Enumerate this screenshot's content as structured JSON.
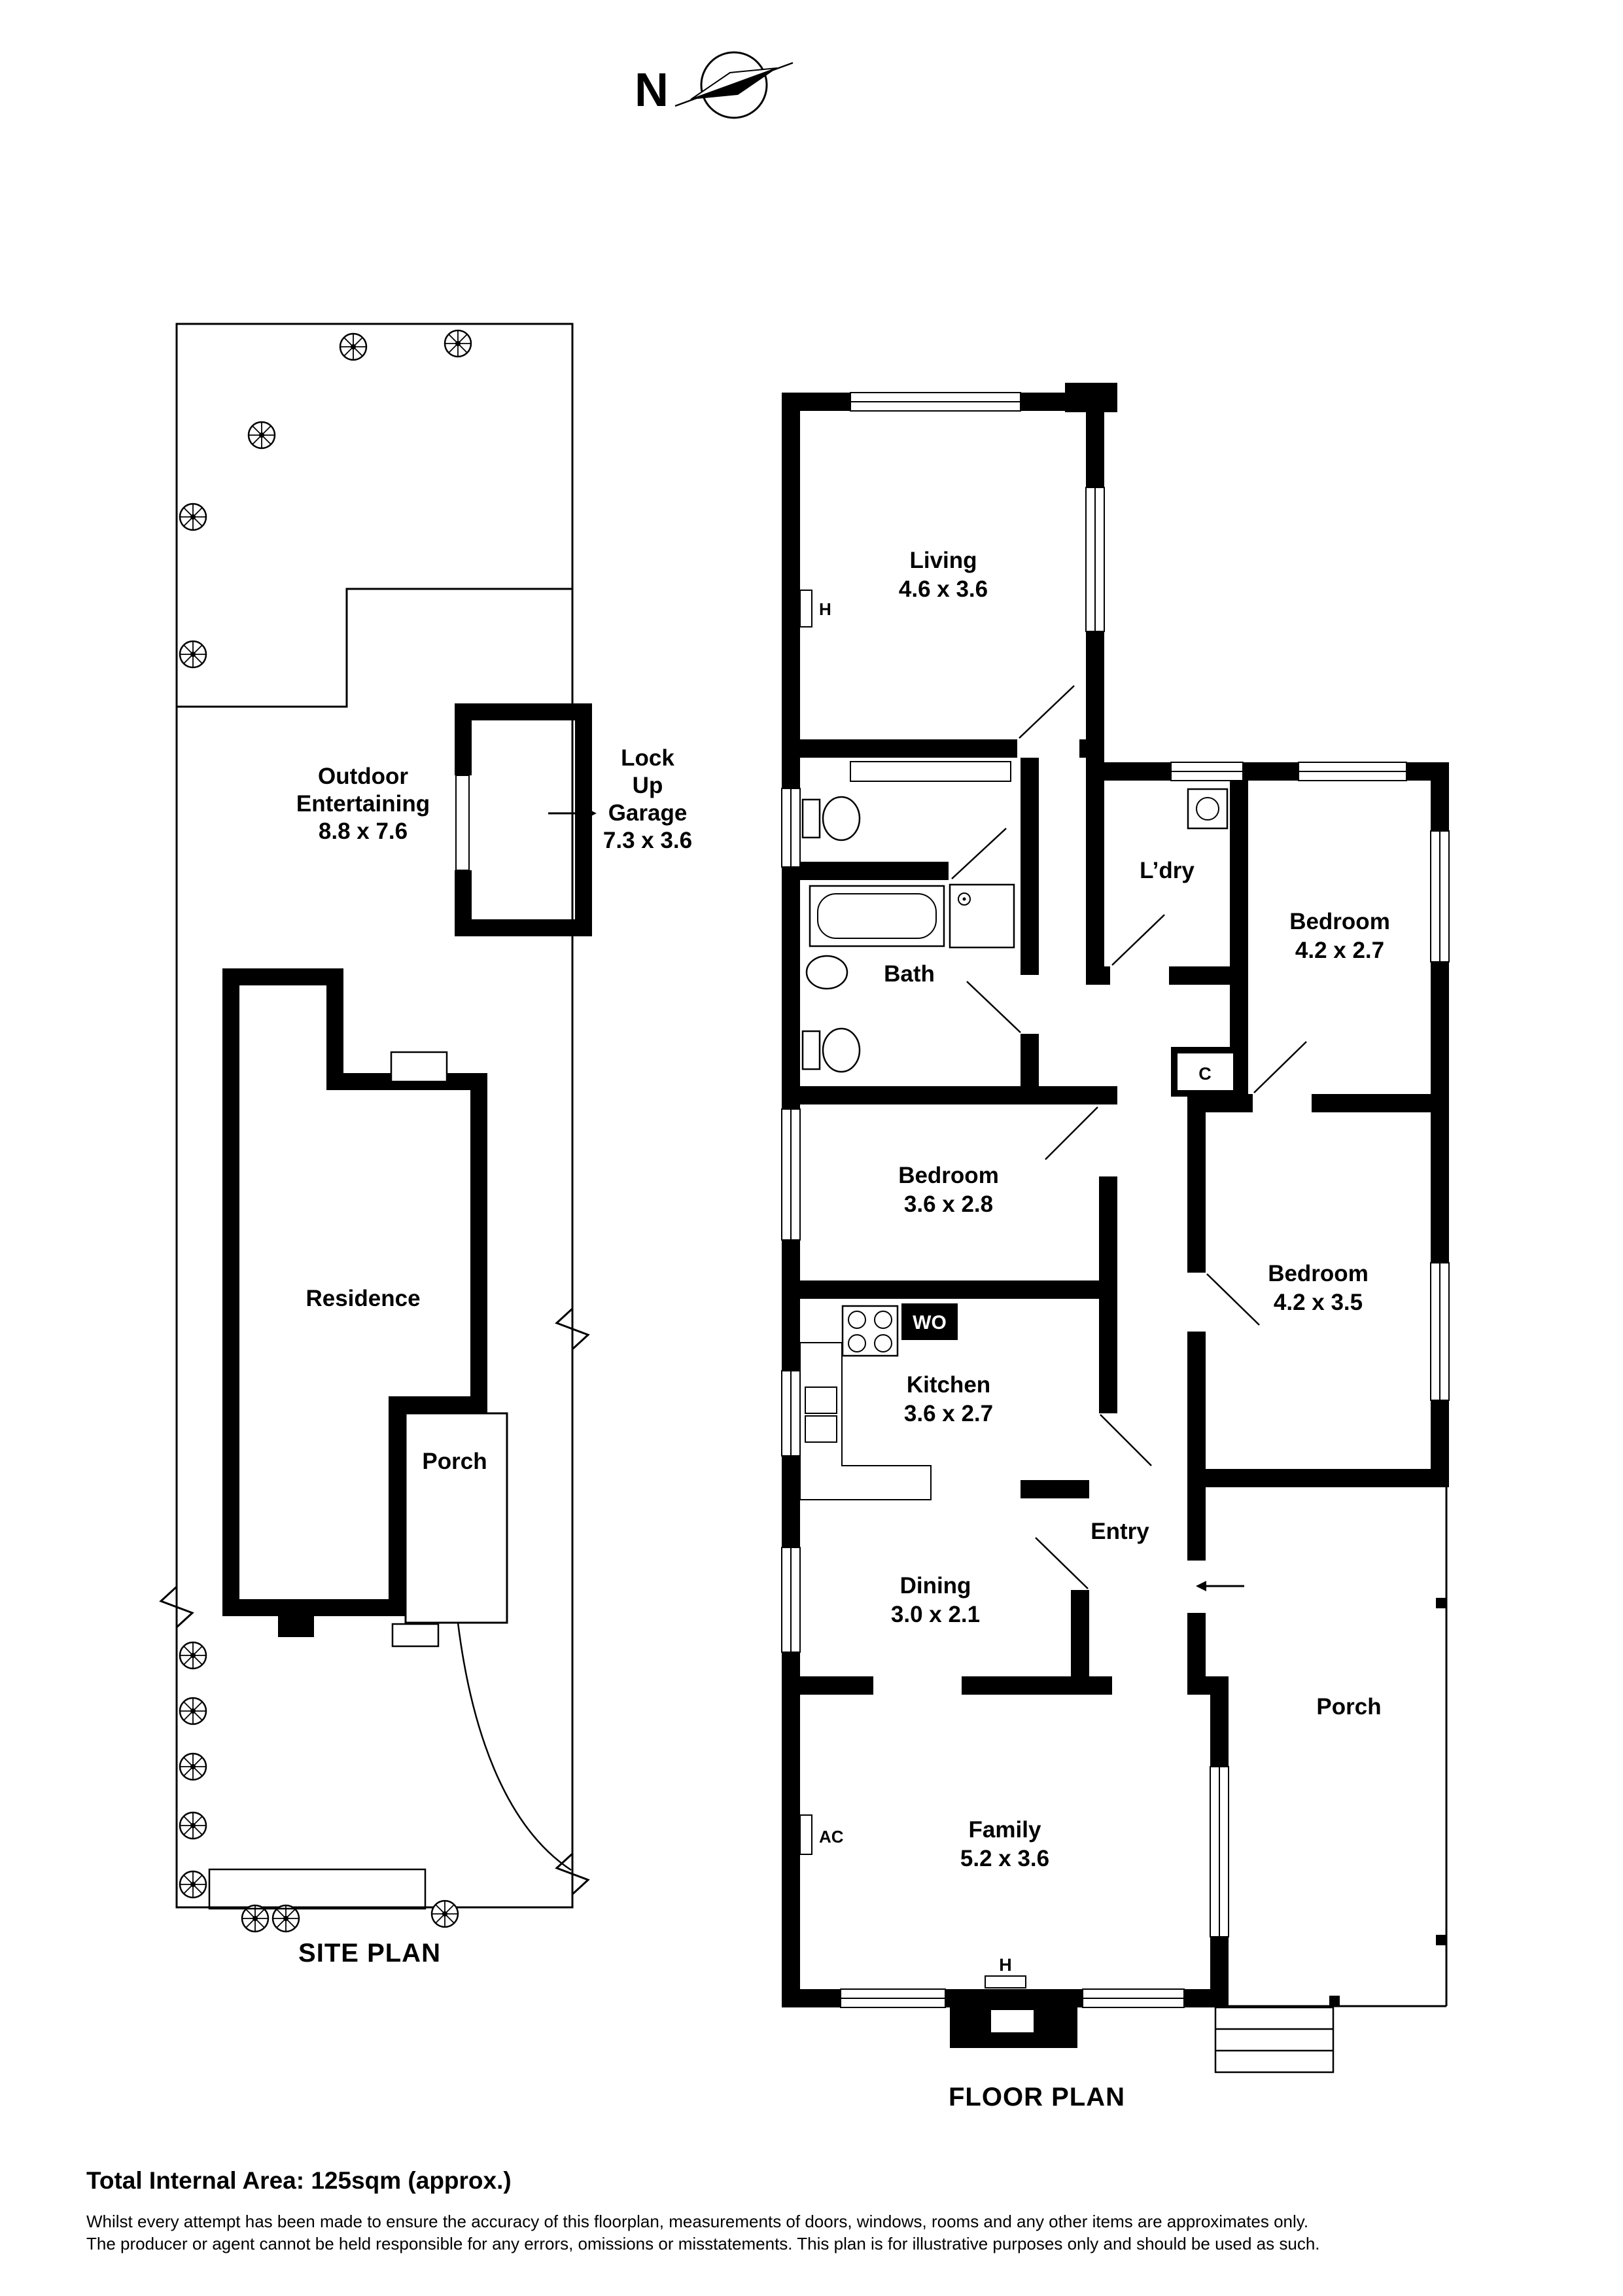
{
  "compass": {
    "north_label": "N"
  },
  "site_plan": {
    "caption": "SITE PLAN",
    "outdoor": {
      "line1": "Outdoor",
      "line2": "Entertaining",
      "dims": "8.8 x 7.6"
    },
    "garage": {
      "line1": "Lock",
      "line2": "Up",
      "line3": "Garage",
      "dims": "7.3 x 3.6"
    },
    "residence_label": "Residence",
    "porch_label": "Porch"
  },
  "floor_plan": {
    "caption": "FLOOR PLAN",
    "rooms": {
      "living": {
        "name": "Living",
        "dims": "4.6 x 3.6"
      },
      "laundry": {
        "name": "L’dry"
      },
      "bedroom1": {
        "name": "Bedroom",
        "dims": "4.2 x 2.7"
      },
      "bath": {
        "name": "Bath"
      },
      "bedroom2": {
        "name": "Bedroom",
        "dims": "3.6 x 2.8"
      },
      "closet": {
        "name": "C"
      },
      "bedroom3": {
        "name": "Bedroom",
        "dims": "4.2 x 3.5"
      },
      "kitchen": {
        "name": "Kitchen",
        "dims": "3.6 x 2.7"
      },
      "wall_oven": {
        "name": "WO"
      },
      "entry": {
        "name": "Entry"
      },
      "dining": {
        "name": "Dining",
        "dims": "3.0 x 2.1"
      },
      "porch": {
        "name": "Porch"
      },
      "family": {
        "name": "Family",
        "dims": "5.2 x 3.6"
      }
    },
    "markers": {
      "heater_living": "H",
      "heater_family": "H",
      "air_conditioner": "AC"
    }
  },
  "footer": {
    "total_area": "Total Internal Area: 125sqm (approx.)",
    "disclaimer_line1": "Whilst every attempt has been made to ensure the accuracy of this floorplan, measurements of doors, windows, rooms and any other items are approximates only.",
    "disclaimer_line2": "The producer or agent cannot be held responsible for any errors, omissions or misstatements. This plan is for illustrative purposes only and should be used as such."
  },
  "colors": {
    "wall": "#000000",
    "background": "#ffffff"
  }
}
